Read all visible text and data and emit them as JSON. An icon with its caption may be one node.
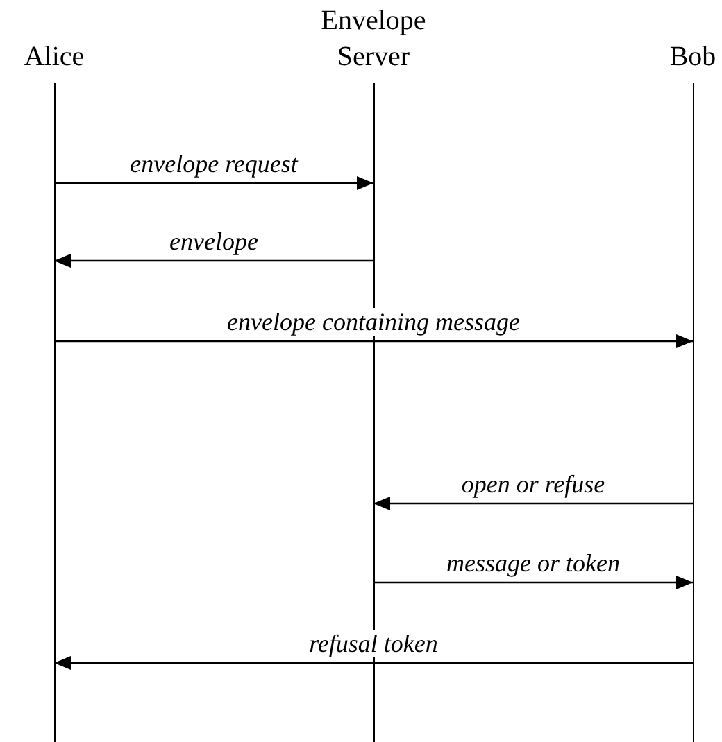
{
  "diagram": {
    "nodes": [
      {
        "text": [
          "Alice"
        ]
      },
      {
        "text": [
          "Envelope Server"
        ]
      },
      {
        "text": [
          "Bob"
        ]
      }
    ],
    "edges": [
      {
        "from": 0,
        "to": 1,
        "arrow": "to",
        "label": "envelope request"
      },
      {
        "from": 1,
        "to": 0,
        "arrow": "to",
        "label": "envelope"
      },
      {
        "from": 0,
        "to": 2,
        "arrow": "to",
        "label": "envelope containing message"
      },
      {
        "from": 2,
        "to": 1,
        "arrow": "to",
        "label": "open or refuse"
      },
      {
        "from": 1,
        "to": 2,
        "arrow": "to",
        "label": "message or token"
      },
      {
        "from": 2,
        "to": 0,
        "arrow": "to",
        "label": "refusal token"
      }
    ]
  }
}
